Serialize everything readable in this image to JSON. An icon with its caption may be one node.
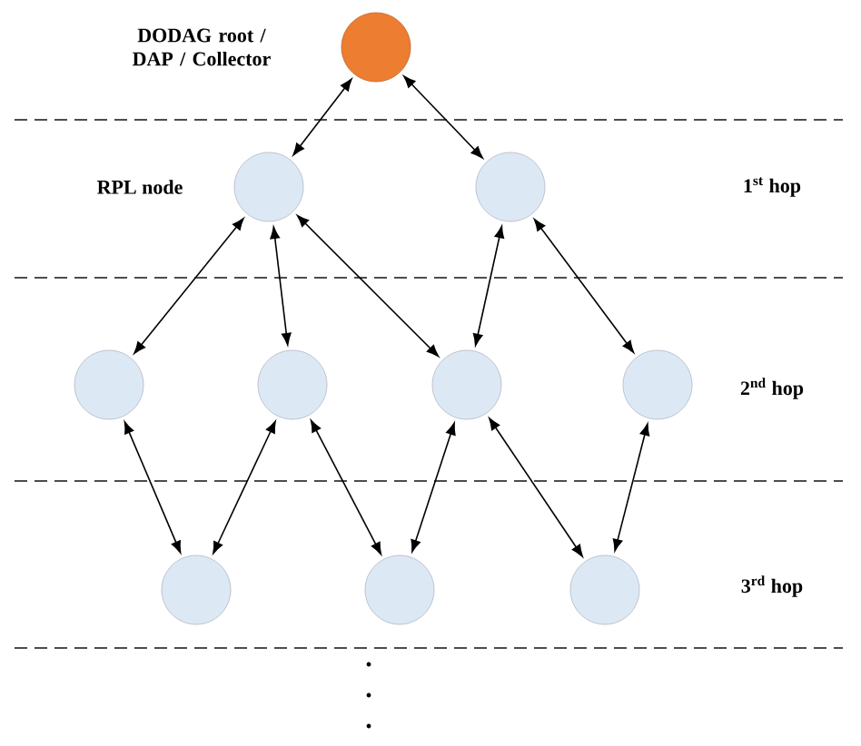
{
  "diagram": {
    "nodes": [
      {
        "text": [],
        "shape": "circle",
        "beside": [
          "DODAG root / DAP / Collector"
        ]
      },
      {
        "text": [],
        "shape": "circle",
        "beside": [
          "RPL node"
        ]
      },
      {
        "text": [],
        "shape": "circle"
      },
      {
        "text": [],
        "shape": "circle"
      },
      {
        "text": [],
        "shape": "circle"
      },
      {
        "text": [],
        "shape": "circle"
      },
      {
        "text": [],
        "shape": "circle"
      },
      {
        "text": [],
        "shape": "circle"
      },
      {
        "text": [],
        "shape": "circle"
      },
      {
        "text": [],
        "shape": "circle"
      }
    ],
    "edges": [
      {
        "from": 0,
        "to": 1,
        "arrow": "both"
      },
      {
        "from": 0,
        "to": 2,
        "arrow": "both"
      },
      {
        "from": 1,
        "to": 3,
        "arrow": "both"
      },
      {
        "from": 1,
        "to": 4,
        "arrow": "both"
      },
      {
        "from": 1,
        "to": 5,
        "arrow": "both"
      },
      {
        "from": 2,
        "to": 5,
        "arrow": "both"
      },
      {
        "from": 2,
        "to": 6,
        "arrow": "both"
      },
      {
        "from": 3,
        "to": 7,
        "arrow": "both"
      },
      {
        "from": 4,
        "to": 7,
        "arrow": "both"
      },
      {
        "from": 4,
        "to": 8,
        "arrow": "both"
      },
      {
        "from": 5,
        "to": 8,
        "arrow": "both"
      },
      {
        "from": 5,
        "to": 9,
        "arrow": "both"
      },
      {
        "from": 6,
        "to": 9,
        "arrow": "both"
      }
    ],
    "labels": [
      "1$^{st}$ hop",
      "2$^{nd}$ hop",
      "3$^{rd}$ hop"
    ]
  }
}
